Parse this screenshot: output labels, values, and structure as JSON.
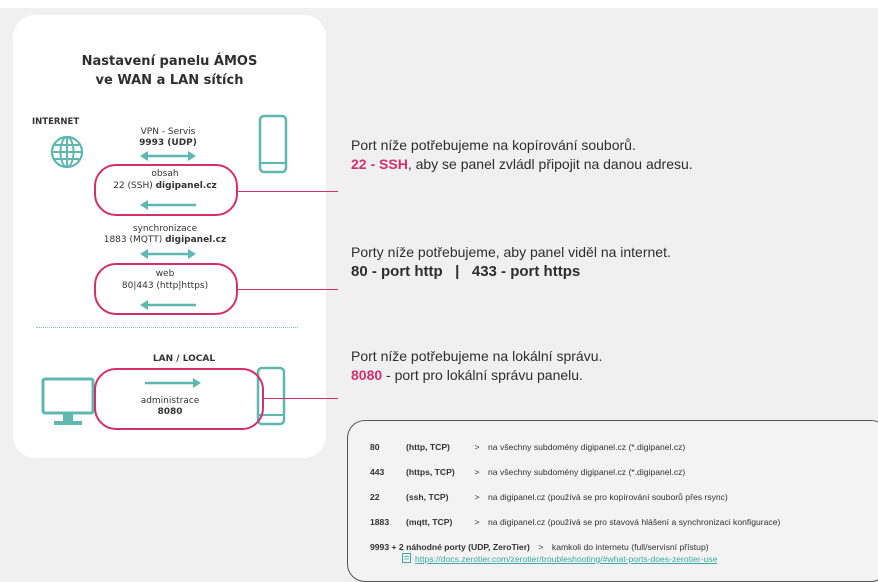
{
  "diagram": {
    "title_line1": "Nastavení panelu ÁMOS",
    "title_line2": "ve WAN a LAN sítích",
    "internet_label": "INTERNET",
    "vpn_label": "VPN - Servis",
    "vpn_port": "9993 (UDP)",
    "obsah_label": "obsah",
    "obsah_port": "22 (SSH)",
    "obsah_host": "digipanel.cz",
    "sync_label": "synchronizace",
    "sync_port": "1883 (MQTT)",
    "sync_host": "digipanel.cz",
    "web_label": "web",
    "web_port": "80|443 (http|https)",
    "lan_label": "LAN / LOCAL",
    "admin_label": "administrace",
    "admin_port": "8080"
  },
  "info": {
    "block1_line1": "Port níže potřebujeme na kopírování souborů.",
    "block1_bold": "22 - SSH",
    "block1_rest": ", aby se panel zvládl připojit na danou adresu.",
    "block2_line1": "Porty níže potřebujeme, aby panel viděl na internet.",
    "block2_line2": "80 - port http   |   433 - port https",
    "block3_line1": "Port níže potřebujeme na lokální správu.",
    "block3_bold": "8080",
    "block3_rest": " - port pro lokální správu panelu."
  },
  "ports_table": {
    "rows": [
      {
        "port": "80",
        "proto": "(http, TCP)",
        "sep": ">",
        "desc": "na všechny subdomény digipanel.cz   (*.digipanel.cz)"
      },
      {
        "port": "443",
        "proto": "(https, TCP)",
        "sep": ">",
        "desc": "na všechny subdomény digipanel.cz   (*.digipanel.cz)"
      },
      {
        "port": "22",
        "proto": "(ssh, TCP)",
        "sep": ">",
        "desc": "na digipanel.cz   (používá se pro kopírování souborů přes rsync)"
      },
      {
        "port": "1883",
        "proto": "(mqtt, TCP)",
        "sep": ">",
        "desc": "na digipanel.cz   (používá se pro stavová hlášení a synchronizaci konfigurace)"
      }
    ],
    "last_port": "9993 + 2 náhodné porty (UDP, ZeroTier)",
    "last_sep": ">",
    "last_desc": "kamkoli do internetu   (full/servisní přístup)",
    "link": "https://docs.zerotier.com/zerotier/troubleshooting/#what-ports-does-zerotier-use"
  },
  "colors": {
    "accent": "#d2306a",
    "teal": "#3aa9a0",
    "device": "#5fb8b0"
  }
}
